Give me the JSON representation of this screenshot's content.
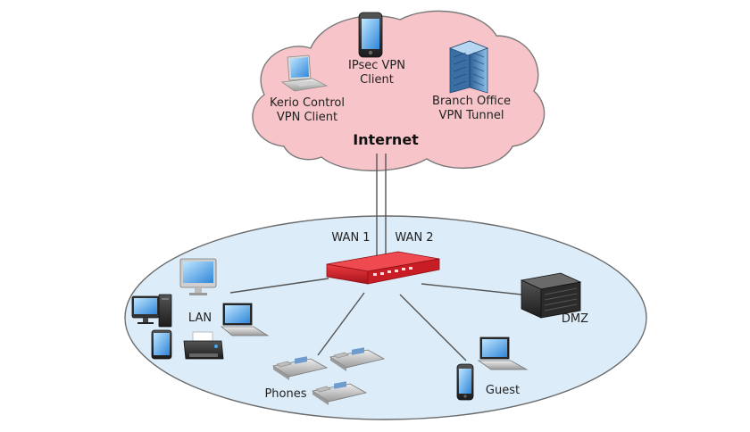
{
  "colors": {
    "cloud_fill": "#f7c4c9",
    "cloud_stroke": "#7a7a7a",
    "lan_fill": "#dcecf8",
    "lan_stroke": "#6b6b6b",
    "firewall_red": "#d3202a",
    "link_line": "#555555"
  },
  "cloud": {
    "title": "Internet",
    "clients": [
      {
        "icon": "laptop-icon",
        "label": "Kerio Control\nVPN Client"
      },
      {
        "icon": "smartphone-icon",
        "label": "IPsec VPN\nClient"
      },
      {
        "icon": "office-building-icon",
        "label": "Branch Office\nVPN Tunnel"
      }
    ]
  },
  "uplinks": {
    "wan1": "WAN 1",
    "wan2": "WAN 2"
  },
  "firewall": {
    "icon": "firewall-appliance-icon"
  },
  "segments": {
    "lan": {
      "label": "LAN",
      "icons": [
        "desktop-monitor-icon",
        "desktop-pc-icon",
        "laptop-icon",
        "tablet-icon",
        "printer-icon"
      ]
    },
    "phones": {
      "label": "Phones",
      "icons": [
        "ip-phone-icon",
        "ip-phone-icon",
        "ip-phone-icon"
      ]
    },
    "guest": {
      "label": "Guest",
      "icons": [
        "laptop-icon",
        "smartphone-icon"
      ]
    },
    "dmz": {
      "label": "DMZ",
      "icons": [
        "server-icon"
      ]
    }
  }
}
